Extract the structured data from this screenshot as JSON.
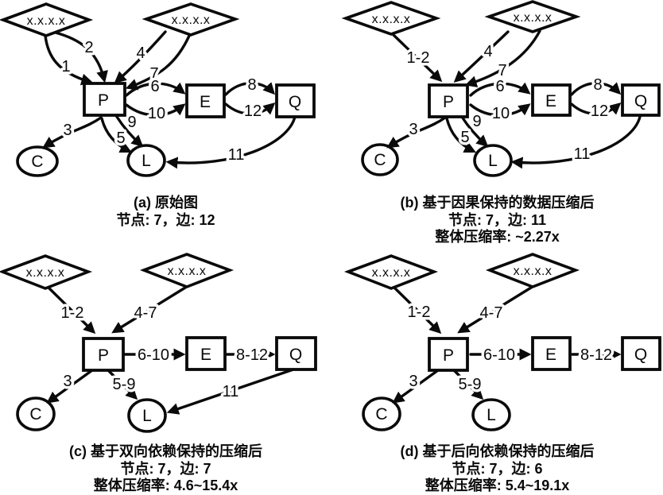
{
  "figure": {
    "background": "#ffffff",
    "ink": "#0a0a0a",
    "panels": [
      {
        "id": "a",
        "caption": "(a) 原始图",
        "stats": "节点: 7，边: 12",
        "ratio": "",
        "node_count": 7,
        "edge_count": 12,
        "nodes": {
          "d1": "x.x.x.x",
          "d2": "x.x.x.x",
          "p": "P",
          "e": "E",
          "q": "Q",
          "c": "C",
          "l": "L"
        },
        "edges": {
          "e1": "1",
          "e2": "2",
          "e3": "3",
          "e4": "4",
          "e5": "5",
          "e6": "6",
          "e7": "7",
          "e8": "8",
          "e9": "9",
          "e10": "10",
          "e11": "11",
          "e12": "12"
        }
      },
      {
        "id": "b",
        "caption": "(b) 基于因果保持的数据压缩后",
        "stats": "节点: 7，边: 11",
        "ratio": "整体压缩率: ~2.27x",
        "node_count": 7,
        "edge_count": 11,
        "compression_ratio": "~2.27x",
        "nodes": {
          "d1": "x.x.x.x",
          "d2": "x.x.x.x",
          "p": "P",
          "e": "E",
          "q": "Q",
          "c": "C",
          "l": "L"
        },
        "edges": {
          "e1_2": "1-2",
          "e3": "3",
          "e4": "4",
          "e5": "5",
          "e6": "6",
          "e7": "7",
          "e8": "8",
          "e9": "9",
          "e10": "10",
          "e11": "11",
          "e12": "12"
        }
      },
      {
        "id": "c",
        "caption": "(c) 基于双向依赖保持的压缩后",
        "stats": "节点: 7，边: 7",
        "ratio": "整体压缩率: 4.6~15.4x",
        "node_count": 7,
        "edge_count": 7,
        "compression_ratio": "4.6~15.4x",
        "nodes": {
          "d1": "x.x.x.x",
          "d2": "x.x.x.x",
          "p": "P",
          "e": "E",
          "q": "Q",
          "c": "C",
          "l": "L"
        },
        "edges": {
          "e1_2": "1-2",
          "e4_7": "4-7",
          "e6_10": "6-10",
          "e8_12": "8-12",
          "e3": "3",
          "e5_9": "5-9",
          "e11": "11"
        }
      },
      {
        "id": "d",
        "caption": "(d) 基于后向依赖保持的压缩后",
        "stats": "节点: 7，边: 6",
        "ratio": "整体压缩率: 5.4~19.1x",
        "node_count": 7,
        "edge_count": 6,
        "compression_ratio": "5.4~19.1x",
        "nodes": {
          "d1": "x.x.x.x",
          "d2": "x.x.x.x",
          "p": "P",
          "e": "E",
          "q": "Q",
          "c": "C",
          "l": "L"
        },
        "edges": {
          "e1_2": "1-2",
          "e4_7": "4-7",
          "e6_10": "6-10",
          "e8_12": "8-12",
          "e3": "3",
          "e5_9": "5-9"
        }
      }
    ]
  }
}
